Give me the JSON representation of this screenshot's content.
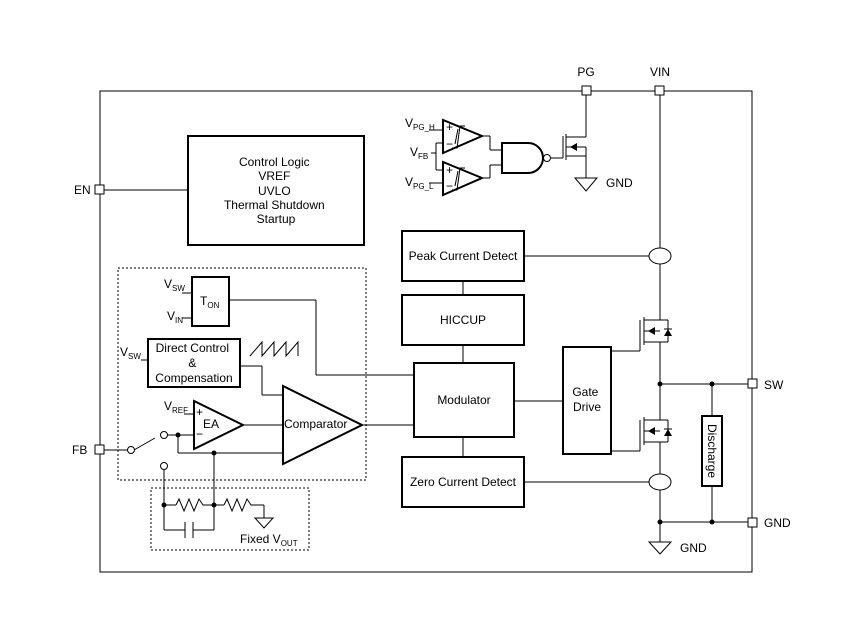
{
  "pins": {
    "pg": "PG",
    "vin": "VIN",
    "en": "EN",
    "fb": "FB",
    "sw": "SW",
    "gnd": "GND"
  },
  "blocks": {
    "control_logic": [
      "Control Logic",
      "VREF",
      "UVLO",
      "Thermal Shutdown",
      "Startup"
    ],
    "peak_current_detect": "Peak Current Detect",
    "hiccup": "HICCUP",
    "modulator": "Modulator",
    "zero_current_detect": "Zero Current Detect",
    "gate_drive": [
      "Gate",
      "Drive"
    ],
    "discharge": "Discharge",
    "direct_control": [
      "Direct Control",
      "&",
      "Compensation"
    ],
    "comparator": "Comparator",
    "ea": "EA",
    "ton": {
      "main": "T",
      "sub": "ON"
    }
  },
  "signals": {
    "vpg_h": {
      "main": "V",
      "sub": "PG_H"
    },
    "vfb": {
      "main": "V",
      "sub": "FB"
    },
    "vpg_l": {
      "main": "V",
      "sub": "PG_L"
    },
    "vsw": {
      "main": "V",
      "sub": "SW"
    },
    "vin": {
      "main": "V",
      "sub": "IN"
    },
    "vref": {
      "main": "V",
      "sub": "REF"
    },
    "fixed_vout": {
      "main": "Fixed V",
      "sub": "OUT"
    }
  },
  "ground_labels": {
    "pg_gnd": "GND",
    "bottom_gnd": "GND"
  },
  "signs": {
    "plus": "+",
    "minus": "−"
  }
}
